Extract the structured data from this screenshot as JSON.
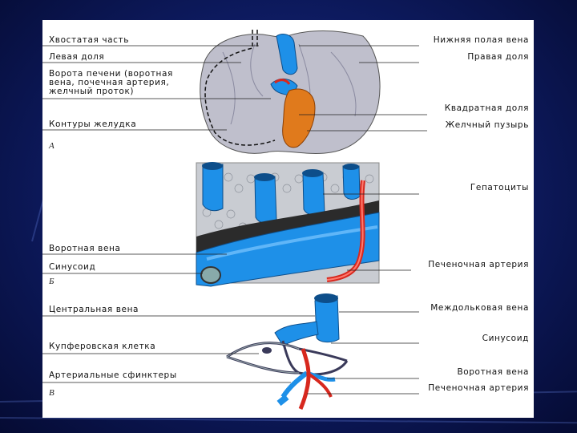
{
  "figure": {
    "panel_a": {
      "letter": "A",
      "left_labels": [
        "Хвостатая часть",
        "Левая доля",
        "Ворота печени (воротная\nвена, почечная артерия,\nжелчный проток)",
        "Контуры желудка"
      ],
      "right_labels": [
        "Нижняя полая вена",
        "Правая доля",
        "Квадратная доля",
        "Желчный пузырь"
      ]
    },
    "panel_b": {
      "letter": "Б",
      "left_labels": [
        "Воротная вена",
        "Синусоид"
      ],
      "right_labels": [
        "Гепатоциты",
        "Печеночная артерия"
      ]
    },
    "panel_c": {
      "letter": "В",
      "left_labels": [
        "Центральная вена",
        "Купферовская клетка",
        "Артериальные сфинктеры"
      ],
      "right_labels": [
        "Междольковая вена",
        "Синусоид",
        "Воротная вена",
        "Печеночная артерия"
      ]
    },
    "colors": {
      "vein_blue": "#1e90e8",
      "artery_red": "#d7281e",
      "gallbladder_orange": "#e07a1c",
      "liver_gray": "#b9b9c6"
    }
  }
}
